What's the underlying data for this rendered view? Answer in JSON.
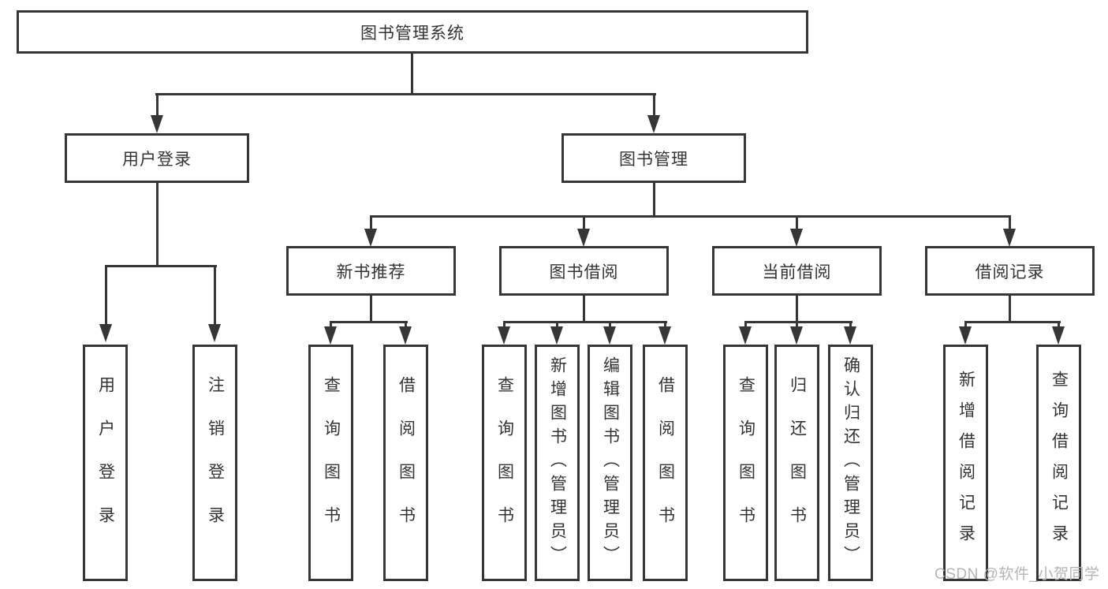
{
  "diagram": {
    "root": {
      "label": "图书管理系统"
    },
    "branches": [
      {
        "label": "用户登录",
        "children": [
          {
            "label": "用户登录"
          },
          {
            "label": "注销登录"
          }
        ]
      },
      {
        "label": "图书管理",
        "children": [
          {
            "label": "新书推荐",
            "children": [
              {
                "label": "查询图书"
              },
              {
                "label": "借阅图书"
              }
            ]
          },
          {
            "label": "图书借阅",
            "children": [
              {
                "label": "查询图书"
              },
              {
                "label": "新增图书（管理员）"
              },
              {
                "label": "编辑图书（管理员）"
              },
              {
                "label": "借阅图书"
              }
            ]
          },
          {
            "label": "当前借阅",
            "children": [
              {
                "label": "查询图书"
              },
              {
                "label": "归还图书"
              },
              {
                "label": "确认归还（管理员）"
              }
            ]
          },
          {
            "label": "借阅记录",
            "children": [
              {
                "label": "新增借阅记录"
              },
              {
                "label": "查询借阅记录"
              }
            ]
          }
        ]
      }
    ]
  },
  "watermark": {
    "text": "CSDN @软件_小贺同学"
  },
  "colors": {
    "line": "#363636",
    "text": "#333333",
    "watermark": "#b5b5b5",
    "background": "#ffffff"
  }
}
